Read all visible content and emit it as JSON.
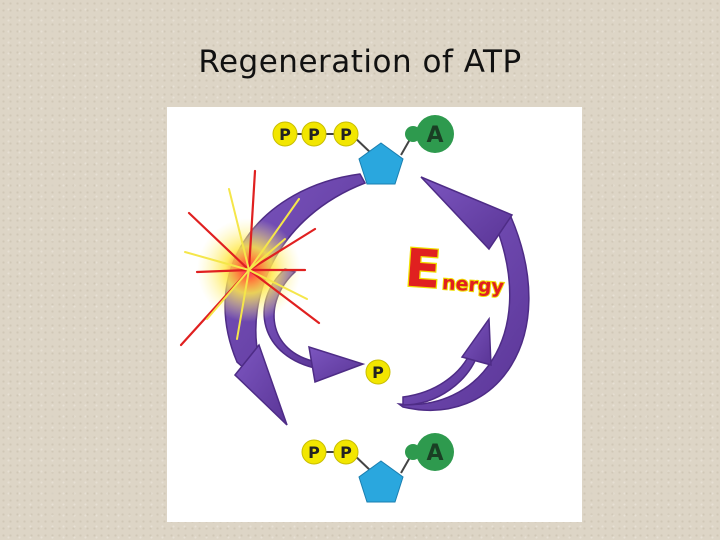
{
  "slide": {
    "title": "Regeneration of ATP"
  },
  "diagram": {
    "atp": {
      "phosphates": [
        "P",
        "P",
        "P"
      ],
      "adenine": "A"
    },
    "adp": {
      "phosphates": [
        "P",
        "P"
      ],
      "adenine": "A"
    },
    "free_phosphate": "P",
    "energy": {
      "big_letter": "E",
      "rest": "nergy"
    }
  },
  "colors": {
    "phosphate": "#f2e600",
    "adenine": "#2e9a4e",
    "ribose": "#2aa7de",
    "arrow": "#6a42a8",
    "energy_red": "#e02020",
    "energy_outline": "#f0e000"
  },
  "icons": [
    "burst-icon",
    "arrow-icon",
    "pentagon-icon"
  ]
}
